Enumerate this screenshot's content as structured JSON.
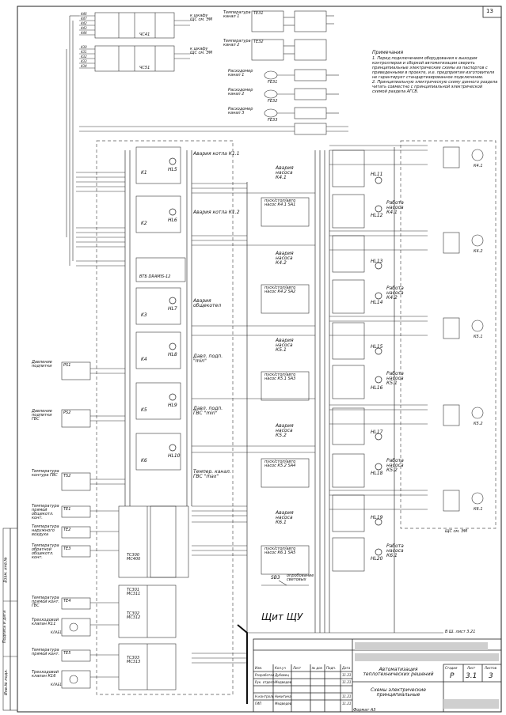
{
  "sheet": {
    "number": "13",
    "title": "Щит ЩУ",
    "to_sheet_note": "В Ш. лист 3.21",
    "notes": {
      "heading": "Примечания",
      "lines": [
        "1. Перед подключением оборудования к выходам",
        "контроллеров и сборкой автоматизации сверить",
        "принципиальные электрические схемы из паспортов с",
        "приведенными в проекте, и.е. предприятия изготовителя",
        "не гарантирует стандартизированное подключение.",
        "2. Принципиальную электрическую схему данного раздела",
        "читать совместно с принципиальной электрической",
        "схемой раздела АГСВ."
      ]
    }
  },
  "top_blocks": [
    {
      "name": "ЧС41",
      "wires": [
        "446",
        "447",
        "442",
        "443",
        "444"
      ],
      "note": "к шкафу ЩС см. ЭМ"
    },
    {
      "name": "ЧС51",
      "wires": [
        "430",
        "431",
        "432",
        "433",
        "434"
      ],
      "note": "к шкафу ЩС см. ЭМ"
    }
  ],
  "sensors_top": [
    {
      "label": "Температура канал 1",
      "tag": "TE31"
    },
    {
      "label": "Температура канал 2",
      "tag": "TE32"
    },
    {
      "label": "Расходомер канал 1",
      "tag": "FE31"
    },
    {
      "label": "Расходомер канал 2",
      "tag": "FE32"
    },
    {
      "label": "Расходомер канал 3",
      "tag": "FE33"
    }
  ],
  "alarms": [
    {
      "text": "Авария котла К1.1",
      "relay": "K1",
      "lamp": "HL5"
    },
    {
      "text": "Авария котла К1.2",
      "relay": "K2",
      "lamp": "HL6"
    },
    {
      "text": "Авария общекотел",
      "relay": "K3",
      "lamp": "HL7"
    },
    {
      "text": "Давл. подп. \"min\"",
      "relay": "K4",
      "lamp": "HL8"
    },
    {
      "text": "Давл. подп. ГВС \"min\"",
      "relay": "K5",
      "lamp": "HL9"
    },
    {
      "text": "Темпер. канал. ГВС \"max\"",
      "relay": "K6",
      "lamp": "HL10"
    }
  ],
  "pumps": [
    {
      "alarm": "Авария насоса К4.1",
      "switch": "пуск/стоп/авто насос К4.1 SA1",
      "work": "Работа насоса К4.1",
      "lamp_a": "HL11",
      "lamp_w": "HL12",
      "motor": "К4.1"
    },
    {
      "alarm": "Авария насоса К4.2",
      "switch": "пуск/стоп/авто насос К4.2 SA2",
      "work": "Работа насоса К4.2",
      "lamp_a": "HL13",
      "lamp_w": "HL14",
      "motor": "К4.2"
    },
    {
      "alarm": "Авария насоса К5.1",
      "switch": "пуск/стоп/авто насос К5.1 SA3",
      "work": "Работа насоса К5.1",
      "lamp_a": "HL15",
      "lamp_w": "HL16",
      "motor": "К5.1"
    },
    {
      "alarm": "Авария насоса К5.2",
      "switch": "пуск/стоп/авто насос К5.2 SA4",
      "work": "Работа насоса К5.2",
      "lamp_a": "HL17",
      "lamp_w": "HL18",
      "motor": "К5.2"
    },
    {
      "alarm": "Авария насоса К6.1",
      "switch": "пуск/стоп/авто насос К6.1 SA5",
      "work": "Работа насоса К6.1",
      "lamp_a": "HL19",
      "lamp_w": "HL20",
      "motor": "К6.1"
    }
  ],
  "left_sensors": [
    {
      "label": "Давление подпитки",
      "tag": "PS1"
    },
    {
      "label": "Давление подпитки ГВС",
      "tag": "PS2"
    },
    {
      "label": "Температура контура ГВС",
      "tag": "TS2"
    },
    {
      "label": "Температура прямой общекотл. конт.",
      "tag": "TE1"
    },
    {
      "label": "Температура наружного воздуха",
      "tag": "TE2"
    },
    {
      "label": "Температура обратной общекотл. конт.",
      "tag": "TE3"
    },
    {
      "label": "Температура прямой конт. ГВС",
      "tag": "TE4"
    },
    {
      "label": "Трехходовой клапан К11",
      "tag": "КЛАБ1"
    },
    {
      "label": "Температура прямой конт.",
      "tag": "TE5"
    },
    {
      "label": "Трехходовой клапан К16",
      "tag": "КЛАБ1"
    }
  ],
  "controllers": [
    "ВТБ DRAMIS-12",
    "ТС300 МС400",
    "ТС301 МС311",
    "ТС302 МС312",
    "ТС303 МС313"
  ],
  "signal_switch": {
    "tag": "SB3",
    "text": "опробование световых"
  },
  "right_box_note": "ЩС см. ЭМ",
  "side_stamps": [
    "Инв.№ подл.",
    "Подпись и дата",
    "Взам. инв.№"
  ],
  "title_block": {
    "rows": [
      [
        "Изм.",
        "Кол.уч",
        "Лист",
        "№ док",
        "Подп.",
        "Дата"
      ],
      [
        "Разработал",
        "Дубовец",
        "",
        "",
        "",
        "11.21"
      ],
      [
        "Рук. отдела",
        "Медведев",
        "",
        "",
        "",
        "11.21"
      ],
      [
        "Н.контроль",
        "Никитина",
        "",
        "",
        "",
        "11.21"
      ],
      [
        "ГИП",
        "Медведев",
        "",
        "",
        "",
        "11.21"
      ]
    ],
    "project": "Автоматизация теплотехнических решений",
    "drawing": "Схемы электрические принципиальные",
    "stage_label": "Стадия",
    "sheet_label": "Лист",
    "sheets_label": "Листов",
    "stage": "Р",
    "sheet": "3.1",
    "sheets": "3",
    "format": "Формат А3"
  }
}
